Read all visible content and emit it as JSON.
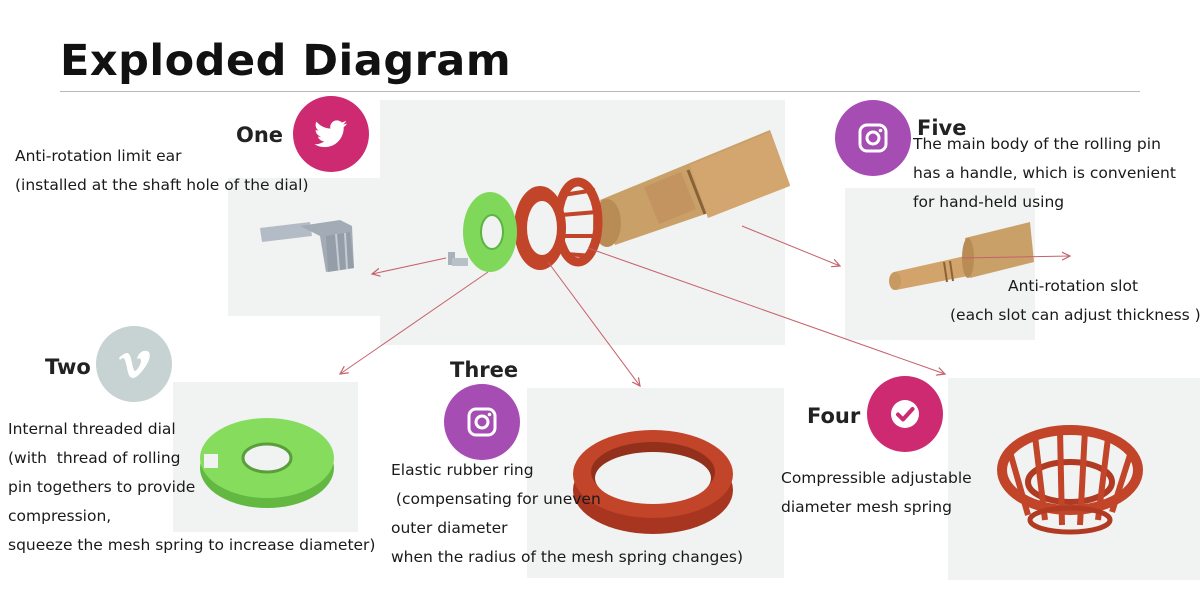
{
  "title": "Exploded Diagram",
  "colors": {
    "magenta": "#cd2a72",
    "purple": "#a64db4",
    "grey": "#c7d2d3",
    "arrow": "#c6616b",
    "cork": "#c79a62",
    "red_part": "#c24429",
    "green_part": "#7fd85a",
    "clip_grey": "#a9b1bb"
  },
  "parts": [
    {
      "number": "One",
      "icon": "twitter-icon",
      "lines": [
        "Anti-rotation limit ear",
        "(installed at the shaft hole of the dial)"
      ]
    },
    {
      "number": "Two",
      "icon": "vimeo-icon",
      "lines": [
        "Internal threaded dial",
        "(with  thread of rolling",
        "pin togethers to provide",
        "compression,",
        "squeeze the mesh spring to increase diameter)"
      ]
    },
    {
      "number": "Three",
      "icon": "instagram-icon",
      "lines": [
        "Elastic rubber ring",
        " (compensating for uneven",
        "outer diameter",
        "when the radius of the mesh spring changes)"
      ]
    },
    {
      "number": "Four",
      "icon": "check-icon",
      "lines": [
        "Compressible adjustable",
        "diameter mesh spring"
      ]
    },
    {
      "number": "Five",
      "icon": "instagram-icon",
      "lines": [
        "The main body of the rolling pin",
        "has a handle, which is convenient",
        "for hand-held using"
      ]
    }
  ],
  "slot_note": [
    "Anti-rotation slot",
    "(each slot can adjust thickness )"
  ]
}
